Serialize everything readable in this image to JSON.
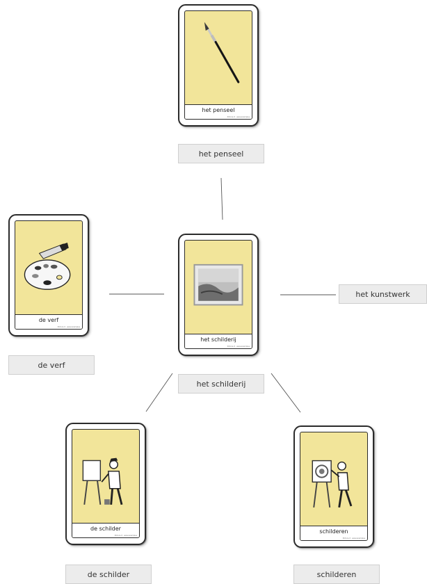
{
  "cards": {
    "penseel": {
      "caption": "het penseel",
      "icon": "paintbrush-icon",
      "credit": "Picture it · www.examples"
    },
    "verf": {
      "caption": "de verf",
      "icon": "palette-icon",
      "credit": "Picture it · www.examples"
    },
    "schilderij": {
      "caption": "het schilderij",
      "icon": "painting-icon",
      "credit": "Picture it · www.examples"
    },
    "schilder": {
      "caption": "de schilder",
      "icon": "painter-icon",
      "credit": "Picture it · www.examples"
    },
    "schilderen": {
      "caption": "schilderen",
      "icon": "painting-action-icon",
      "credit": "Picture it · www.examples"
    }
  },
  "labels": {
    "penseel": "het penseel",
    "verf": "de verf",
    "schilderij": "het schilderij",
    "kunstwerk": "het kunstwerk",
    "schilder": "de schilder",
    "schilderen": "schilderen"
  },
  "colors": {
    "card_fill": "#f2e59a",
    "tag_fill": "#ececec",
    "line": "#555555"
  }
}
